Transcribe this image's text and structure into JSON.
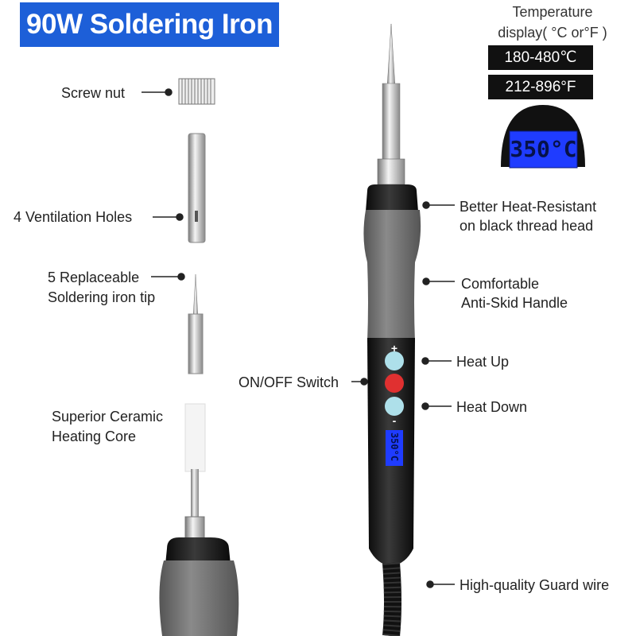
{
  "title": "90W Soldering Iron",
  "temperature": {
    "heading_line1": "Temperature",
    "heading_line2": "display( °C or°F )",
    "celsius_range": "180-480℃",
    "fahrenheit_range": "212-896°F",
    "display_reading": "350°C"
  },
  "left_labels": {
    "screw_nut": "Screw nut",
    "ventilation": "4 Ventilation Holes",
    "tip_line1": "5 Replaceable",
    "tip_line2": "Soldering iron tip",
    "core_line1": "Superior Ceramic",
    "core_line2": "Heating Core"
  },
  "right_labels": {
    "heat_resistant_line1": "Better Heat-Resistant",
    "heat_resistant_line2": "on black thread head",
    "handle_line1": "Comfortable",
    "handle_line2": "Anti-Skid Handle",
    "heat_up": "Heat Up",
    "heat_down": "Heat Down",
    "on_off": "ON/OFF Switch",
    "guard_wire": "High-quality Guard wire"
  },
  "buttons": {
    "plus": "+",
    "minus": "-"
  },
  "colors": {
    "banner": "#1d5fd8",
    "lcd": "#1f3cff",
    "power_button": "#e03030",
    "heat_buttons": "#aee0ea",
    "grip": "#6e6e6e"
  }
}
